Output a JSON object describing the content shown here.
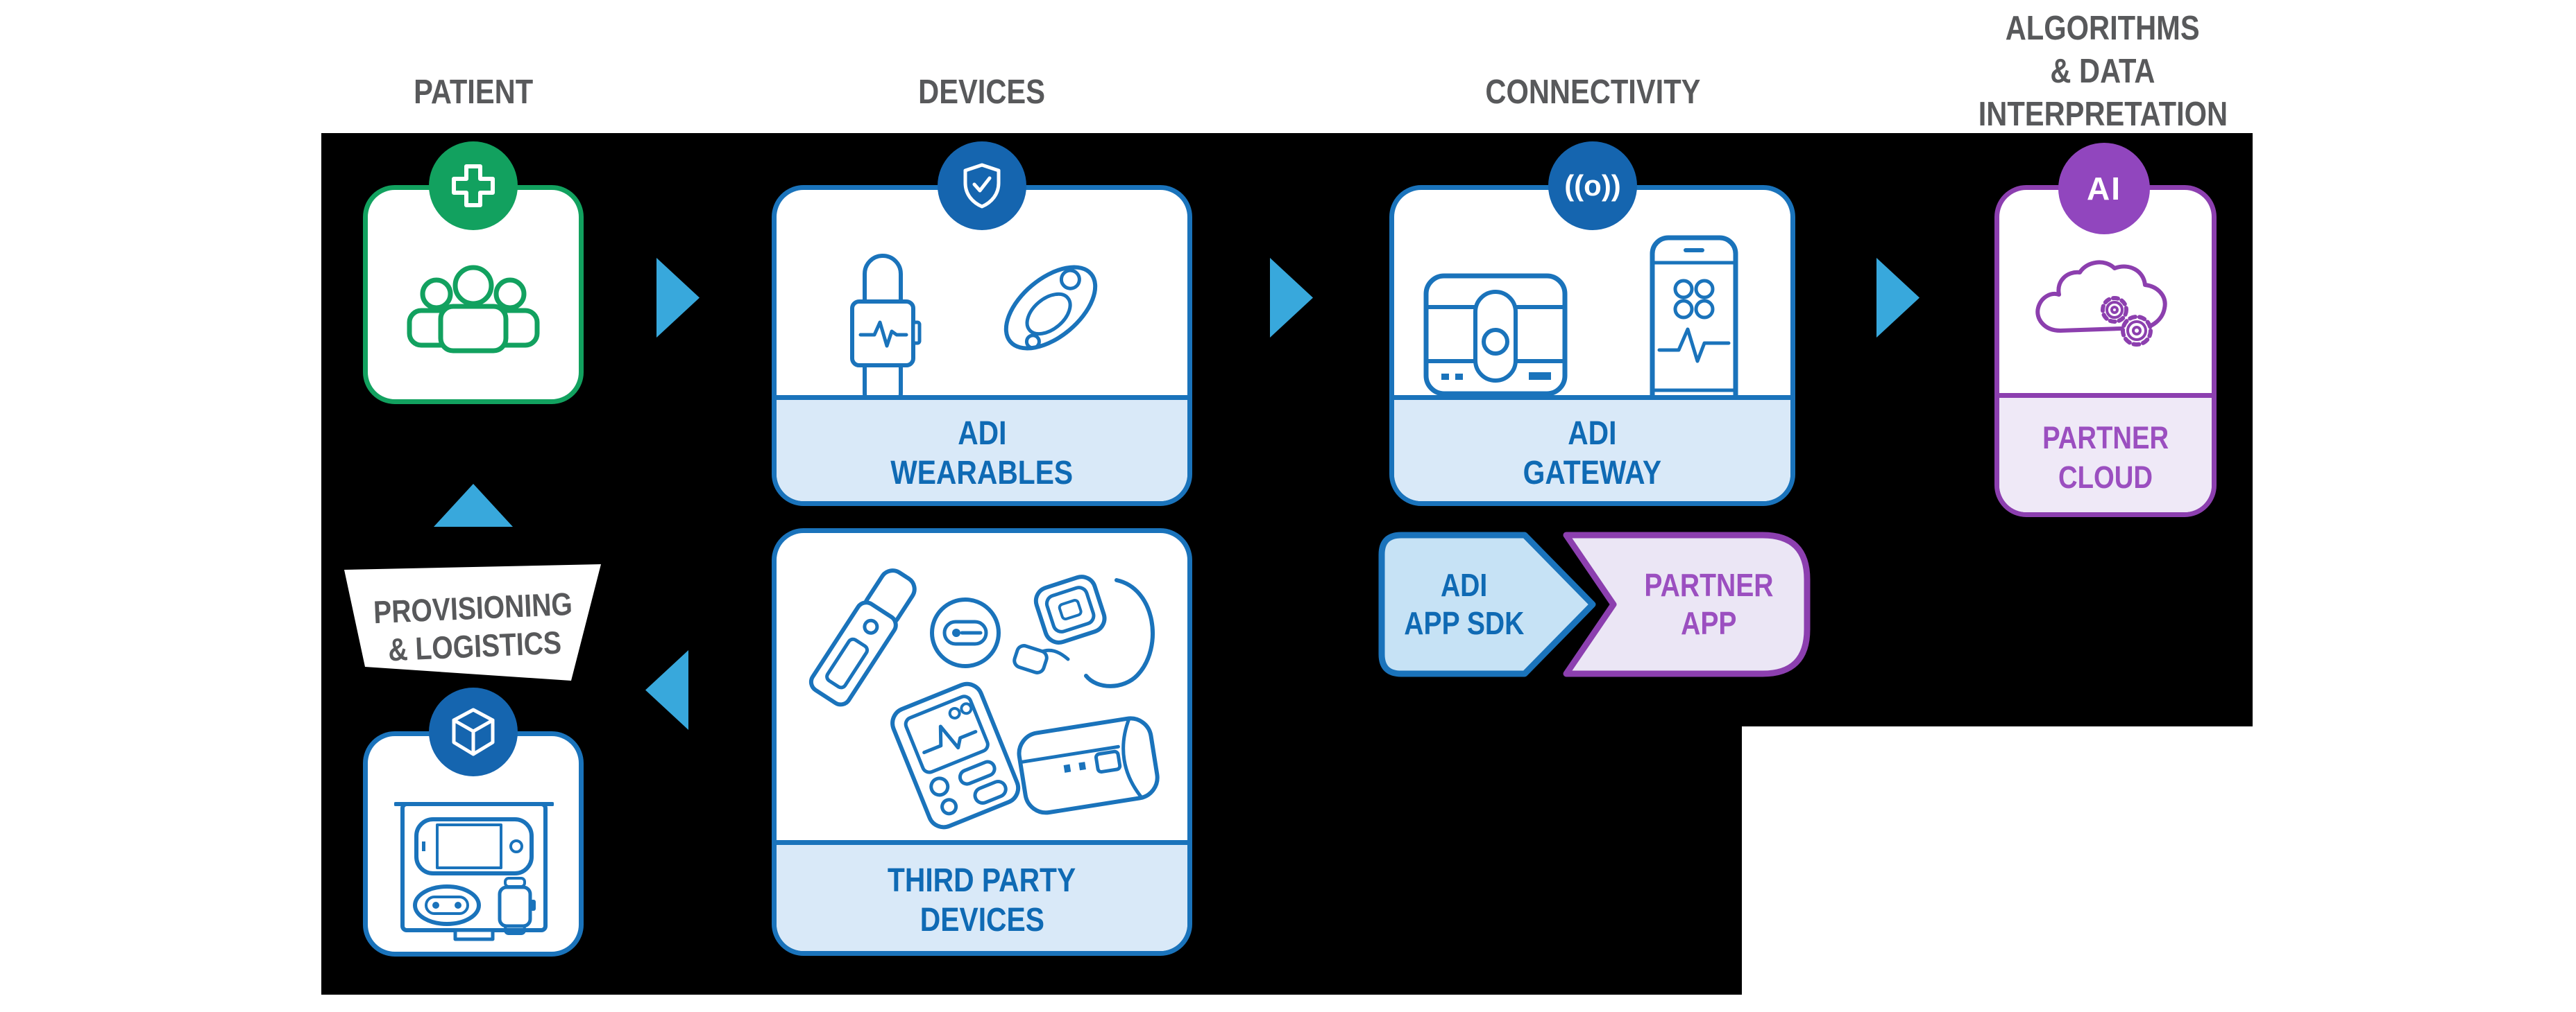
{
  "diagram_title": "Remote patient monitoring ecosystem flow",
  "colors": {
    "background": "#FFFFFF",
    "panel_black": "#000000",
    "header_gray": "#58595B",
    "green": "#12A15F",
    "blue_border": "#1A73BB",
    "blue_badge": "#1565AF",
    "light_blue_fill": "#D9E9F8",
    "label_blue_text": "#0F6AB4",
    "arrow_blue": "#38A8DC",
    "chip_blue_fill": "#C6E2F5",
    "purple_border": "#8C3FAF",
    "purple_badge": "#9146BE",
    "light_purple_fill": "#EFE9F7",
    "chip_purple_fill": "#EBE6F5",
    "purple_text": "#9B4FC0"
  },
  "headers": {
    "patient": "PATIENT",
    "devices": "DEVICES",
    "connectivity": "CONNECTIVITY",
    "algorithms_lines": [
      "ALGORITHMS",
      "& DATA",
      "INTERPRETATION"
    ]
  },
  "boxes": {
    "patient": {
      "badge_icon": "medical-cross-icon",
      "body_icon": "patient-group-icon"
    },
    "adi_wearables": {
      "lines": [
        "ADI",
        "WEARABLES"
      ],
      "badge_icon": "shield-check-icon",
      "body_icons": [
        "smartwatch-icon",
        "sensor-pod-icon"
      ]
    },
    "adi_gateway": {
      "lines": [
        "ADI",
        "GATEWAY"
      ],
      "badge_icon": "wireless-broadcast-icon",
      "badge_glyph": "((o))",
      "body_icons": [
        "gateway-hub-icon",
        "smartphone-ecg-icon"
      ]
    },
    "partner_cloud": {
      "lines": [
        "PARTNER",
        "CLOUD"
      ],
      "badge_text": "AI",
      "body_icons": [
        "cloud-gears-icon"
      ]
    },
    "third_party_devices": {
      "lines": [
        "THIRD PARTY",
        "DEVICES"
      ],
      "body_icons": [
        "inhaler-icon",
        "coin-sensor-icon",
        "wrist-monitor-icon",
        "bp-monitor-icon",
        "bp-cuff-icon"
      ]
    },
    "provisioning": {
      "badge_icon": "package-cube-icon",
      "body_icon": "device-kit-icon"
    }
  },
  "banner": {
    "lines": [
      "PROVISIONING",
      "& LOGISTICS"
    ]
  },
  "chips": {
    "adi_app_sdk": {
      "lines": [
        "ADI",
        "APP SDK"
      ]
    },
    "partner_app": {
      "lines": [
        "PARTNER",
        "APP"
      ]
    }
  }
}
